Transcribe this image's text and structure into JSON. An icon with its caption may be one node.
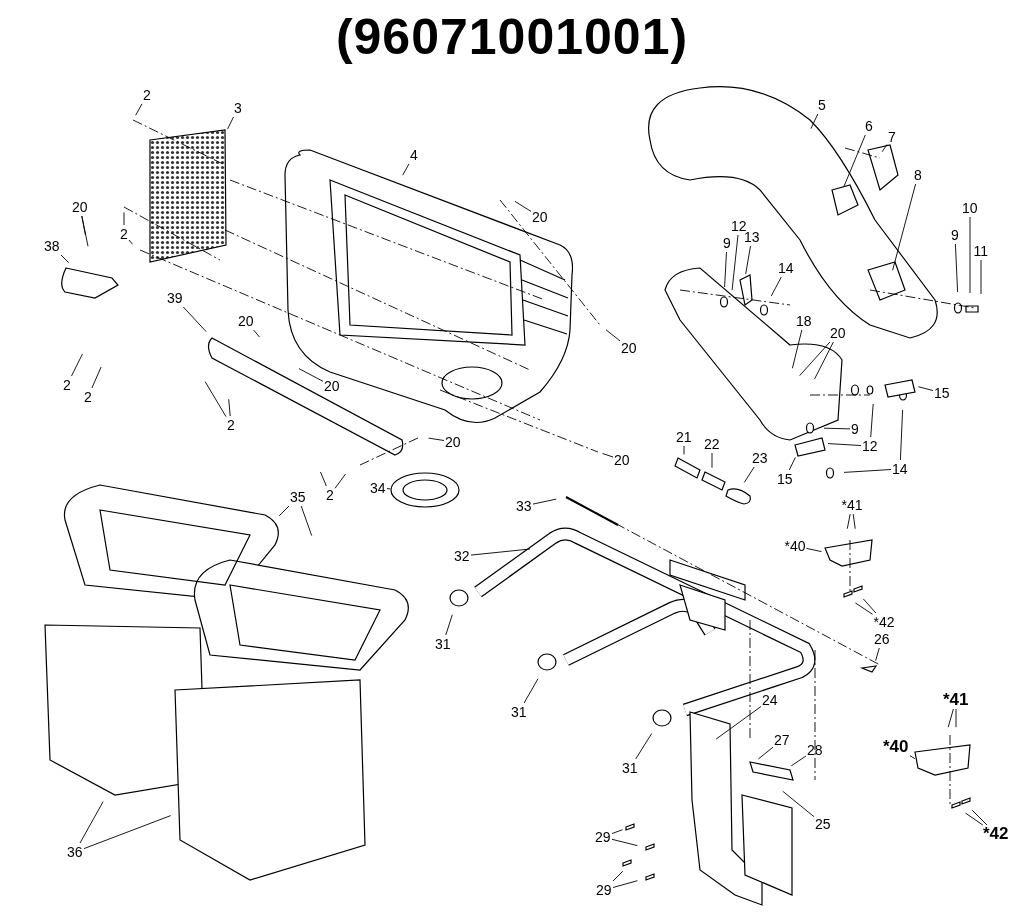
{
  "diagram": {
    "title": "(96071001001)",
    "nodes": [
      {
        "text": [
          "2"
        ]
      },
      {
        "text": [
          "3"
        ]
      },
      {
        "text": [
          "4"
        ]
      },
      {
        "text": [
          "5"
        ]
      },
      {
        "text": [
          "6"
        ]
      },
      {
        "text": [
          "7"
        ]
      },
      {
        "text": [
          "8"
        ]
      },
      {
        "text": [
          "20"
        ]
      },
      {
        "text": [
          "20"
        ]
      },
      {
        "text": [
          "38"
        ]
      },
      {
        "text": [
          "2"
        ]
      },
      {
        "text": [
          "10"
        ]
      },
      {
        "text": [
          "9"
        ]
      },
      {
        "text": [
          "11"
        ]
      },
      {
        "text": [
          "12"
        ]
      },
      {
        "text": [
          "13"
        ]
      },
      {
        "text": [
          "9"
        ]
      },
      {
        "text": [
          "14"
        ]
      },
      {
        "text": [
          "39"
        ]
      },
      {
        "text": [
          "20"
        ]
      },
      {
        "text": [
          "18"
        ]
      },
      {
        "text": [
          "20"
        ]
      },
      {
        "text": [
          "20"
        ]
      },
      {
        "text": [
          "20"
        ]
      },
      {
        "text": [
          "15"
        ]
      },
      {
        "text": [
          "2"
        ]
      },
      {
        "text": [
          "2"
        ]
      },
      {
        "text": [
          "2"
        ]
      },
      {
        "text": [
          "9"
        ]
      },
      {
        "text": [
          "20"
        ]
      },
      {
        "text": [
          "20"
        ]
      },
      {
        "text": [
          "12"
        ]
      },
      {
        "text": [
          "14"
        ]
      },
      {
        "text": [
          "15"
        ]
      },
      {
        "text": [
          "21"
        ]
      },
      {
        "text": [
          "22"
        ]
      },
      {
        "text": [
          "23"
        ]
      },
      {
        "text": [
          "34"
        ]
      },
      {
        "text": [
          "2"
        ]
      },
      {
        "text": [
          "33"
        ]
      },
      {
        "text": [
          "35"
        ]
      },
      {
        "text": [
          "*41"
        ]
      },
      {
        "text": [
          "*40"
        ]
      },
      {
        "text": [
          "*42"
        ]
      },
      {
        "text": [
          "32"
        ]
      },
      {
        "text": [
          "31"
        ]
      },
      {
        "text": [
          "26"
        ]
      },
      {
        "text": [
          "31"
        ]
      },
      {
        "text": [
          "24"
        ]
      },
      {
        "text": [
          "27"
        ]
      },
      {
        "text": [
          "28"
        ]
      },
      {
        "text": [
          "25"
        ]
      },
      {
        "text": [
          "31"
        ]
      },
      {
        "text": [
          "36"
        ]
      },
      {
        "text": [
          "29"
        ]
      },
      {
        "text": [
          "29"
        ]
      },
      {
        "text": [
          "*41"
        ]
      },
      {
        "text": [
          "*40"
        ]
      },
      {
        "text": [
          "*42"
        ]
      }
    ],
    "edges": [
      {
        "from": 0,
        "to": null,
        "arrow": "none"
      },
      {
        "from": 1,
        "to": null,
        "arrow": "none"
      },
      {
        "from": 2,
        "to": null,
        "arrow": "none"
      },
      {
        "from": 3,
        "to": null,
        "arrow": "none"
      },
      {
        "from": 4,
        "to": null,
        "arrow": "none"
      },
      {
        "from": 5,
        "to": null,
        "arrow": "none"
      },
      {
        "from": 6,
        "to": null,
        "arrow": "none"
      },
      {
        "from": 7,
        "to": null,
        "arrow": "none"
      },
      {
        "from": 7,
        "to": null,
        "arrow": "none"
      },
      {
        "from": 8,
        "to": null,
        "arrow": "none"
      },
      {
        "from": 9,
        "to": null,
        "arrow": "none"
      },
      {
        "from": 10,
        "to": null,
        "arrow": "none"
      },
      {
        "from": 10,
        "to": null,
        "arrow": "none"
      },
      {
        "from": 11,
        "to": null,
        "arrow": "none"
      },
      {
        "from": 12,
        "to": null,
        "arrow": "none"
      },
      {
        "from": 13,
        "to": null,
        "arrow": "none"
      },
      {
        "from": 14,
        "to": null,
        "arrow": "none"
      },
      {
        "from": 15,
        "to": null,
        "arrow": "none"
      },
      {
        "from": 16,
        "to": null,
        "arrow": "none"
      },
      {
        "from": 17,
        "to": null,
        "arrow": "none"
      },
      {
        "from": 18,
        "to": null,
        "arrow": "none"
      },
      {
        "from": 19,
        "to": null,
        "arrow": "none"
      },
      {
        "from": 20,
        "to": null,
        "arrow": "none"
      },
      {
        "from": 21,
        "to": null,
        "arrow": "none"
      },
      {
        "from": 21,
        "to": null,
        "arrow": "none"
      },
      {
        "from": 22,
        "to": null,
        "arrow": "none"
      },
      {
        "from": 23,
        "to": null,
        "arrow": "none"
      },
      {
        "from": 24,
        "to": null,
        "arrow": "none"
      },
      {
        "from": 25,
        "to": null,
        "arrow": "none"
      },
      {
        "from": 26,
        "to": null,
        "arrow": "none"
      },
      {
        "from": 27,
        "to": null,
        "arrow": "none"
      },
      {
        "from": 27,
        "to": null,
        "arrow": "none"
      },
      {
        "from": 28,
        "to": null,
        "arrow": "none"
      },
      {
        "from": 29,
        "to": null,
        "arrow": "none"
      },
      {
        "from": 30,
        "to": null,
        "arrow": "none"
      },
      {
        "from": 31,
        "to": null,
        "arrow": "none"
      },
      {
        "from": 31,
        "to": null,
        "arrow": "none"
      },
      {
        "from": 32,
        "to": null,
        "arrow": "none"
      },
      {
        "from": 32,
        "to": null,
        "arrow": "none"
      },
      {
        "from": 33,
        "to": null,
        "arrow": "none"
      },
      {
        "from": 34,
        "to": null,
        "arrow": "none"
      },
      {
        "from": 35,
        "to": null,
        "arrow": "none"
      },
      {
        "from": 36,
        "to": null,
        "arrow": "none"
      },
      {
        "from": 37,
        "to": null,
        "arrow": "none"
      },
      {
        "from": 38,
        "to": null,
        "arrow": "none"
      },
      {
        "from": 38,
        "to": null,
        "arrow": "none"
      },
      {
        "from": 39,
        "to": null,
        "arrow": "none"
      },
      {
        "from": 40,
        "to": null,
        "arrow": "none"
      },
      {
        "from": 40,
        "to": null,
        "arrow": "none"
      },
      {
        "from": 41,
        "to": null,
        "arrow": "none"
      },
      {
        "from": 41,
        "to": null,
        "arrow": "none"
      },
      {
        "from": 42,
        "to": null,
        "arrow": "none"
      },
      {
        "from": 43,
        "to": null,
        "arrow": "none"
      },
      {
        "from": 43,
        "to": null,
        "arrow": "none"
      },
      {
        "from": 44,
        "to": null,
        "arrow": "none"
      },
      {
        "from": 45,
        "to": null,
        "arrow": "none"
      },
      {
        "from": 46,
        "to": null,
        "arrow": "none"
      },
      {
        "from": 47,
        "to": null,
        "arrow": "none"
      },
      {
        "from": 48,
        "to": null,
        "arrow": "none"
      },
      {
        "from": 49,
        "to": null,
        "arrow": "none"
      },
      {
        "from": 50,
        "to": null,
        "arrow": "none"
      },
      {
        "from": 51,
        "to": null,
        "arrow": "none"
      },
      {
        "from": 52,
        "to": null,
        "arrow": "none"
      },
      {
        "from": 53,
        "to": null,
        "arrow": "none"
      },
      {
        "from": 53,
        "to": null,
        "arrow": "none"
      },
      {
        "from": 54,
        "to": null,
        "arrow": "none"
      },
      {
        "from": 54,
        "to": null,
        "arrow": "none"
      },
      {
        "from": 55,
        "to": null,
        "arrow": "none"
      },
      {
        "from": 55,
        "to": null,
        "arrow": "none"
      },
      {
        "from": 56,
        "to": null,
        "arrow": "none"
      },
      {
        "from": 56,
        "to": null,
        "arrow": "none"
      },
      {
        "from": 57,
        "to": null,
        "arrow": "none"
      },
      {
        "from": 58,
        "to": null,
        "arrow": "none"
      },
      {
        "from": 58,
        "to": null,
        "arrow": "none"
      }
    ]
  }
}
